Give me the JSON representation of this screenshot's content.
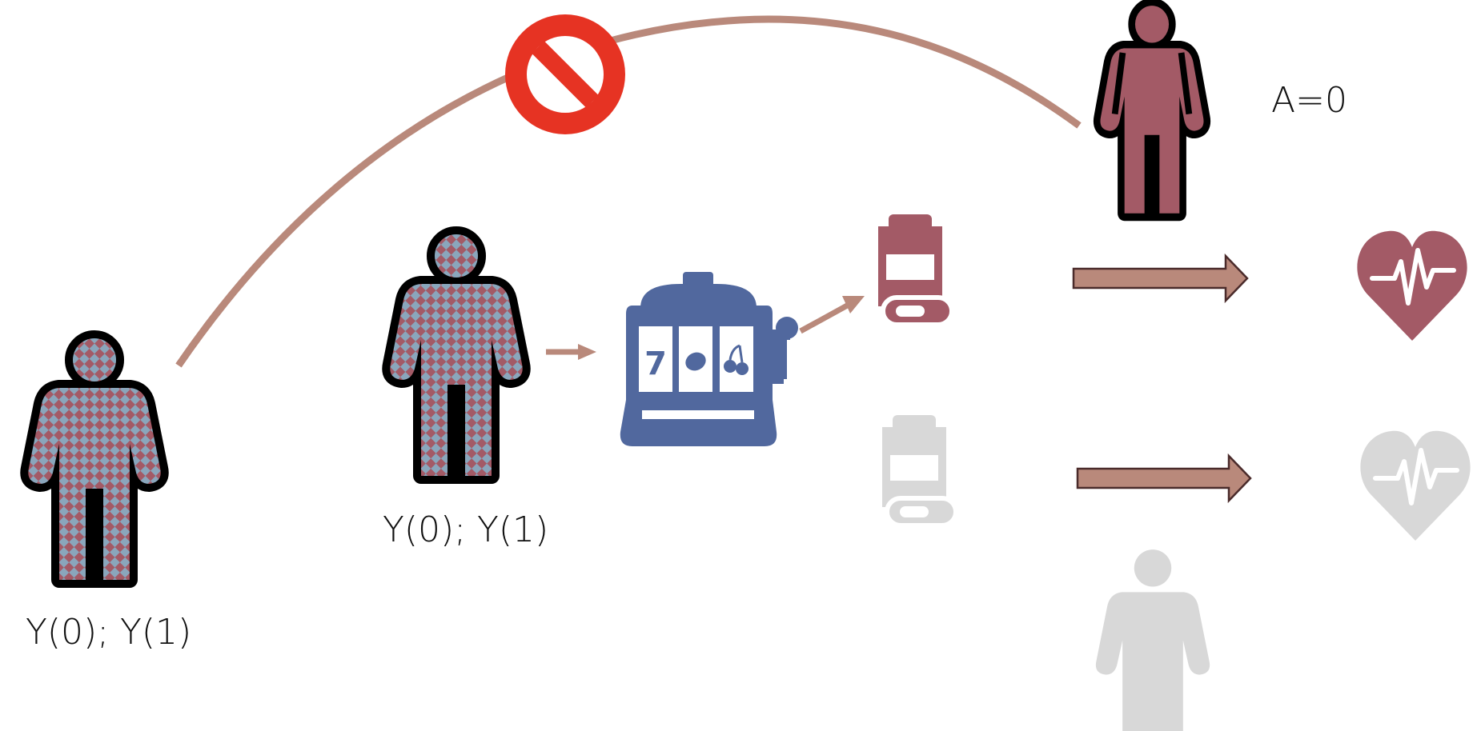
{
  "labels": {
    "person_left": "Y(0); Y(1)",
    "person_middle": "Y(0); Y(1)",
    "treatment_assignment": "A=0"
  },
  "slot_machine": {
    "reel_symbols": [
      "7",
      "lemon",
      "cherries"
    ]
  },
  "icons": [
    "person-icon",
    "slot-machine-icon",
    "pill-bottle-icon",
    "heart-pulse-icon",
    "prohibition-icon",
    "arrow-icon"
  ],
  "colors": {
    "maroon": "#a35a66",
    "checker_blue": "#8aa6bc",
    "slot_blue": "#51689e",
    "arrow_brown": "#b9897b",
    "prohibition_red": "#e63323",
    "faded_gray": "#d8d8d8"
  }
}
